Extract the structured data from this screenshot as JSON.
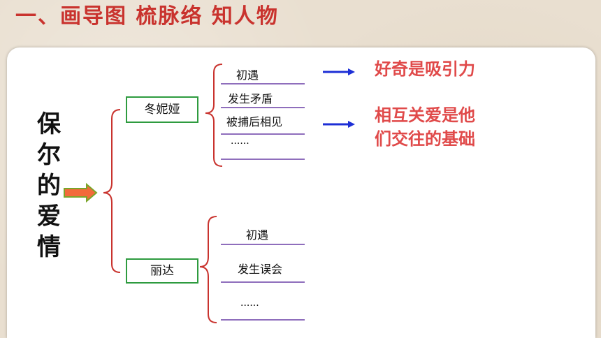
{
  "title": "一、画导图  梳脉络  知人物",
  "central": {
    "chars": [
      "保",
      "尔",
      "的",
      "爱",
      "情"
    ]
  },
  "branches": [
    {
      "label": "冬妮娅",
      "items": [
        "初遇",
        "发生矛盾",
        "被捕后相见",
        "······"
      ]
    },
    {
      "label": "丽达",
      "items": [
        "初遇",
        "发生误会",
        "······"
      ]
    }
  ],
  "notes": [
    {
      "text": "好奇是吸引力"
    },
    {
      "lines": [
        "相互关爱是他",
        "们交往的基础"
      ]
    }
  ],
  "colors": {
    "title": "#c9332e",
    "node_border": "#2e9b3f",
    "bracket": "#c9332e",
    "underline": "#6a3fa6",
    "blue_arrow": "#1d2fd6",
    "note": "#e04a4a",
    "red_arrow_fill": "#f26a3a",
    "red_arrow_border": "#7aa52a"
  }
}
